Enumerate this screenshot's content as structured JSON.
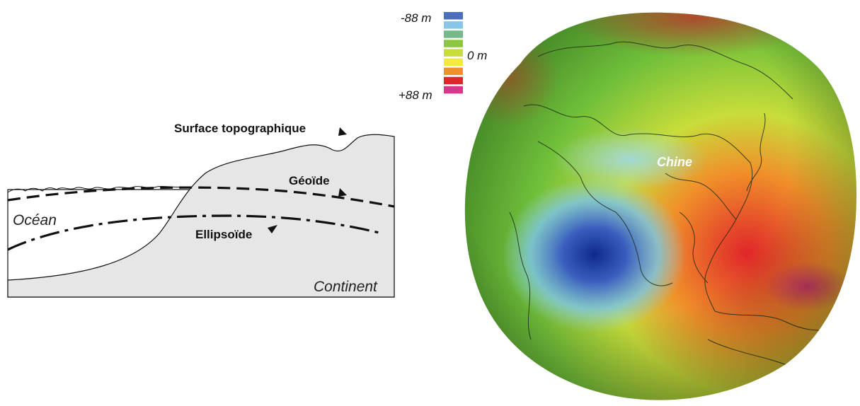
{
  "cross_section": {
    "labels": {
      "surface": "Surface topographique",
      "geoid": "Géoïde",
      "ellipsoid": "Ellipsoïde",
      "ocean": "Océan",
      "continent": "Continent"
    },
    "colors": {
      "continent_fill": "#e6e6e6",
      "line": "#111111"
    }
  },
  "geoid_globe": {
    "country_label": "Chine",
    "legend": {
      "top_label": "-88 m",
      "middle_label": "0 m",
      "bottom_label": "+88 m",
      "swatches": [
        "#4b6fbf",
        "#87c6e8",
        "#74b98a",
        "#8cc63e",
        "#c8dd3a",
        "#f2ea3c",
        "#f0902a",
        "#e0262a",
        "#d9368a"
      ]
    }
  }
}
